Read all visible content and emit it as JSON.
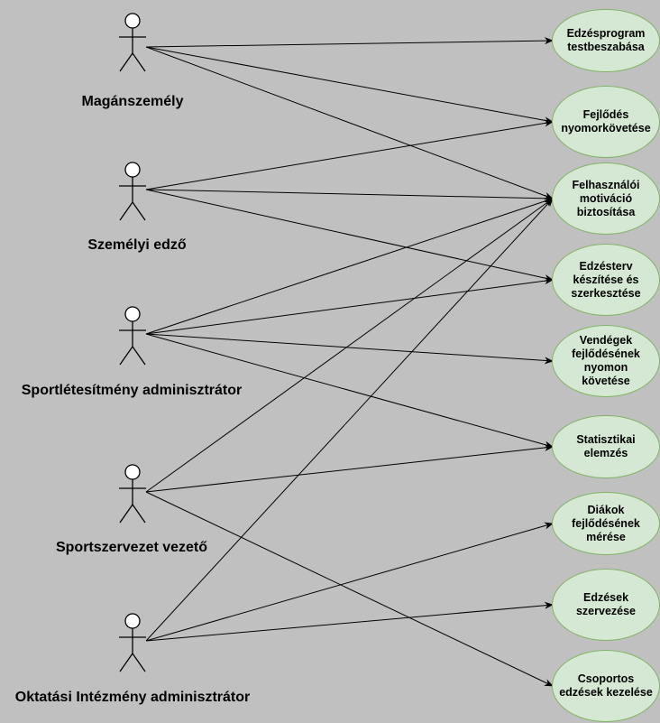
{
  "actors": [
    {
      "id": "maganszemely",
      "label": "Magánszemély"
    },
    {
      "id": "szemelyi-edzo",
      "label": "Személyi edző"
    },
    {
      "id": "sportletesitmeny-admin",
      "label": "Sportlétesítmény adminisztrátor"
    },
    {
      "id": "sportszervezet-vezeto",
      "label": "Sportszervezet vezető"
    },
    {
      "id": "oktatasi-intezmeny-admin",
      "label": "Oktatási Intézmény adminisztrátor"
    }
  ],
  "use_cases": [
    {
      "id": "edzesprogram",
      "label": "Edzésprogram\ntestbeszabása"
    },
    {
      "id": "fejlodes",
      "label": "Fejlődés\nnyomorkövetése"
    },
    {
      "id": "motivacio",
      "label": "Felhasználói\nmotiváció\nbiztosítása"
    },
    {
      "id": "edzesterv",
      "label": "Edzésterv\nkészítése és\nszerkesztése"
    },
    {
      "id": "vendegek",
      "label": "Vendégek\nfejlődésének\nnyomon\nkövetése"
    },
    {
      "id": "statisztika",
      "label": "Statisztikai\nelemzés"
    },
    {
      "id": "diakok",
      "label": "Diákok\nfejlődésének\nmérése"
    },
    {
      "id": "edzesek",
      "label": "Edzések\nszervezése"
    },
    {
      "id": "csoportos",
      "label": "Csoportos\nedzések kezelése"
    }
  ],
  "associations": [
    [
      0,
      0
    ],
    [
      0,
      1
    ],
    [
      0,
      2
    ],
    [
      1,
      1
    ],
    [
      1,
      2
    ],
    [
      1,
      3
    ],
    [
      2,
      2
    ],
    [
      2,
      3
    ],
    [
      2,
      4
    ],
    [
      2,
      5
    ],
    [
      3,
      2
    ],
    [
      3,
      5
    ],
    [
      3,
      8
    ],
    [
      4,
      2
    ],
    [
      4,
      6
    ],
    [
      4,
      7
    ]
  ],
  "colors": {
    "background": "#c0c0c0",
    "use_case_fill": "#d5e8d4",
    "use_case_stroke": "#82b366",
    "actor_fill": "#ffffff",
    "line": "#000000"
  }
}
